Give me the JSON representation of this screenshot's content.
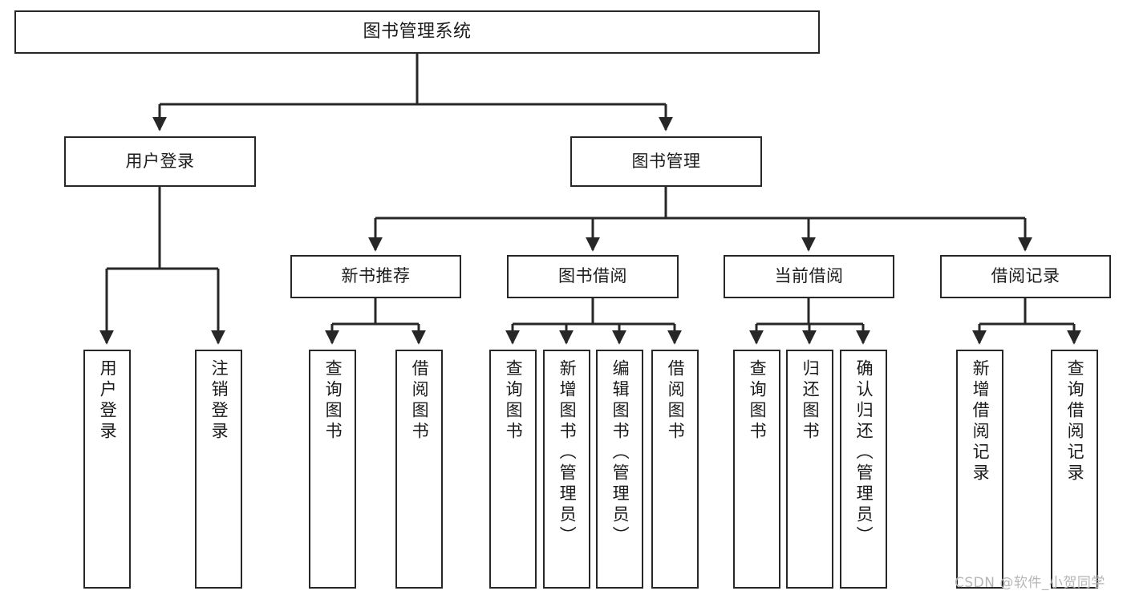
{
  "diagram": {
    "title": "图书管理系统",
    "type": "tree",
    "stroke_color": "#272727",
    "fill_color": "#ffffff",
    "text_color": "#1b1b1b",
    "root": {
      "id": "root",
      "label": "图书管理系统"
    },
    "level1": [
      {
        "id": "user-login",
        "label": "用户登录"
      },
      {
        "id": "book-manage",
        "label": "图书管理"
      }
    ],
    "level2": [
      {
        "id": "new-book-recommend",
        "label": "新书推荐",
        "parent": "book-manage"
      },
      {
        "id": "book-borrow",
        "label": "图书借阅",
        "parent": "book-manage"
      },
      {
        "id": "current-borrow",
        "label": "当前借阅",
        "parent": "book-manage"
      },
      {
        "id": "borrow-record",
        "label": "借阅记录",
        "parent": "book-manage"
      }
    ],
    "leaves": [
      {
        "id": "leaf-user-login",
        "label": "用户登录",
        "parent": "user-login"
      },
      {
        "id": "leaf-user-logout",
        "label": "注销登录",
        "parent": "user-login"
      },
      {
        "id": "leaf-query-book-1",
        "label": "查询图书",
        "parent": "new-book-recommend"
      },
      {
        "id": "leaf-borrow-book-1",
        "label": "借阅图书",
        "parent": "new-book-recommend"
      },
      {
        "id": "leaf-query-book-2",
        "label": "查询图书",
        "parent": "book-borrow"
      },
      {
        "id": "leaf-add-book",
        "label": "新增图书（管理员）",
        "parent": "book-borrow"
      },
      {
        "id": "leaf-edit-book",
        "label": "编辑图书（管理员）",
        "parent": "book-borrow"
      },
      {
        "id": "leaf-borrow-book-2",
        "label": "借阅图书",
        "parent": "book-borrow"
      },
      {
        "id": "leaf-query-book-3",
        "label": "查询图书",
        "parent": "current-borrow"
      },
      {
        "id": "leaf-return-book",
        "label": "归还图书",
        "parent": "current-borrow"
      },
      {
        "id": "leaf-confirm-return",
        "label": "确认归还（管理员）",
        "parent": "current-borrow"
      },
      {
        "id": "leaf-add-record",
        "label": "新增借阅记录",
        "parent": "borrow-record"
      },
      {
        "id": "leaf-query-record",
        "label": "查询借阅记录",
        "parent": "borrow-record"
      }
    ]
  },
  "watermark": {
    "text": "CSDN @软件_小贺同学"
  }
}
